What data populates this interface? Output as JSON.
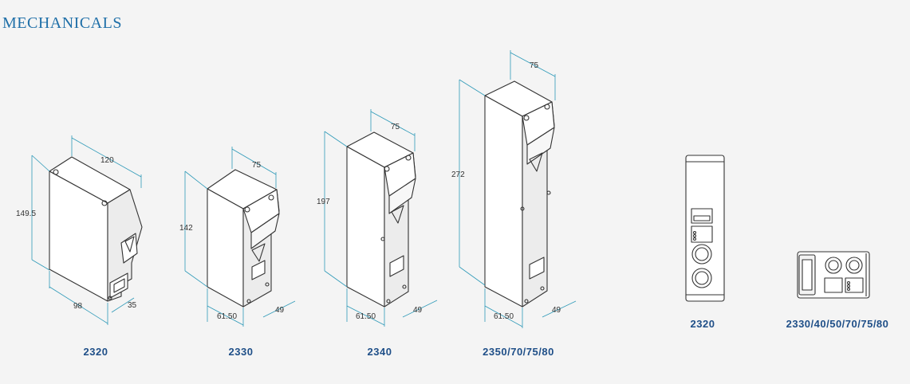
{
  "heading": "MECHANICALS",
  "colors": {
    "accent": "#1f6fa8",
    "model_label": "#1f4f88",
    "dimension": "#2f9ab8",
    "outline": "#333333",
    "background": "#f4f4f4"
  },
  "icons": [
    "logo-icon",
    "connector-icon",
    "status-led-icon"
  ],
  "units": [
    {
      "model": "2320",
      "width": "120",
      "height": "149.5",
      "depth": "98",
      "depth_front": "35"
    },
    {
      "model": "2330",
      "width": "75",
      "height": "142",
      "depth": "61.50",
      "depth_front": "49"
    },
    {
      "model": "2340",
      "width": "75",
      "height": "197",
      "depth": "61.50",
      "depth_front": "49"
    },
    {
      "model": "2350/70/75/80",
      "width": "75",
      "height": "272",
      "depth": "61.50",
      "depth_front": "49"
    }
  ],
  "panels": [
    {
      "model": "2320"
    },
    {
      "model": "2330/40/50/70/75/80"
    }
  ]
}
